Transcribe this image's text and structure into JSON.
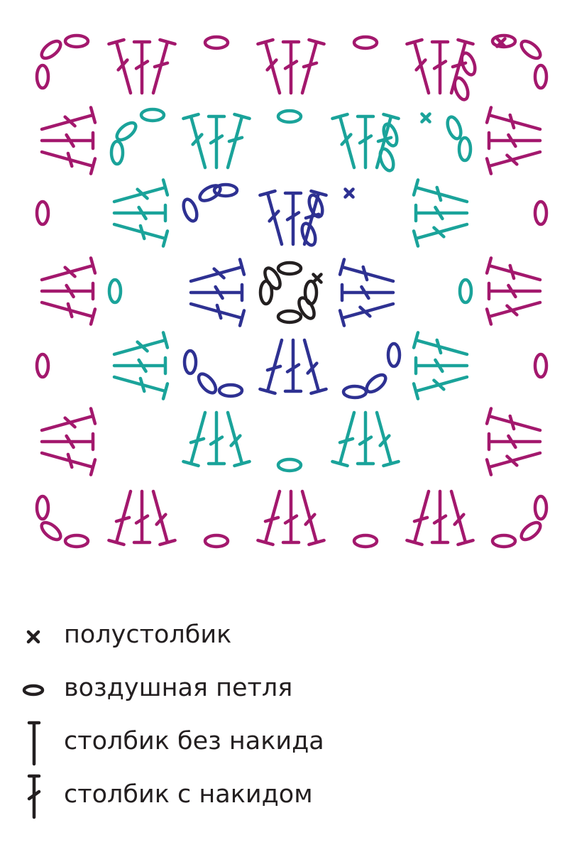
{
  "colors": {
    "center": "#231f20",
    "round1": "#2e3192",
    "round2": "#1aa39a",
    "round3": "#a3186d",
    "legend": "#231f20"
  },
  "legend": [
    {
      "icon": "slip-stitch-icon",
      "label": "полустолбик"
    },
    {
      "icon": "chain-stitch-icon",
      "label": "воздушная петля"
    },
    {
      "icon": "single-crochet-icon",
      "label": "столбик без накида"
    },
    {
      "icon": "double-crochet-icon",
      "label": "столбик с накидом"
    }
  ]
}
